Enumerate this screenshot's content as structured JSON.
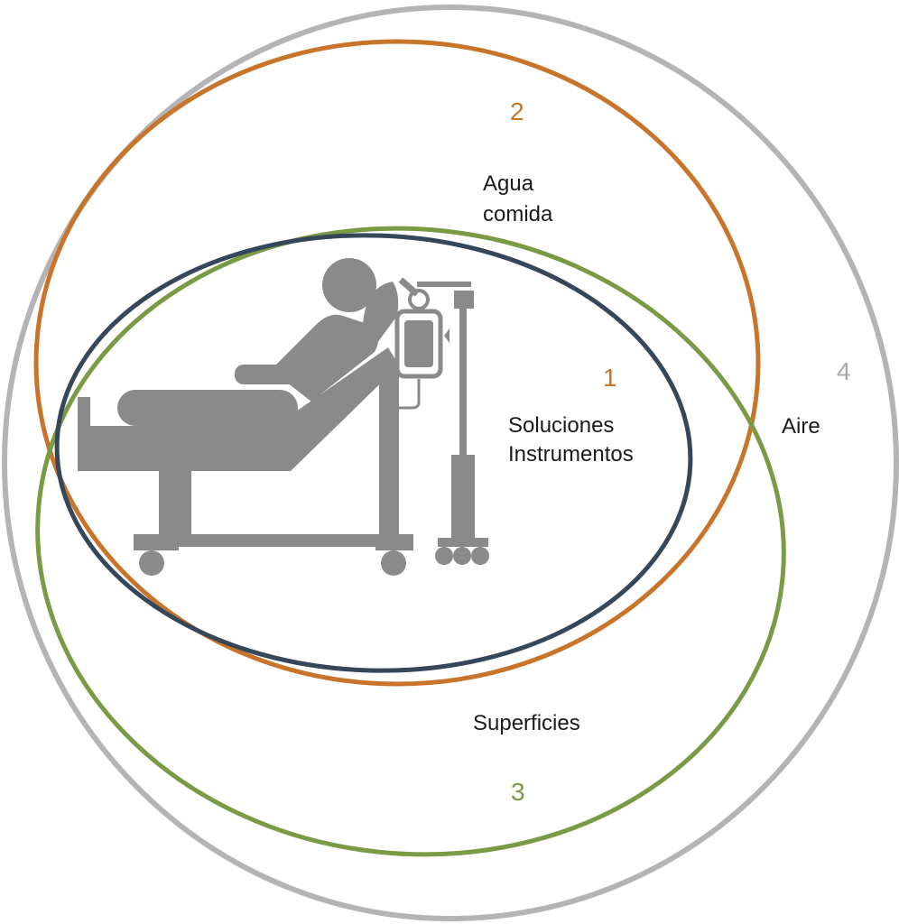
{
  "zones": [
    {
      "number": "1",
      "items": [
        "Soluciones",
        "Instrumentos"
      ],
      "color": "#c8742a"
    },
    {
      "number": "2",
      "items": [
        "Agua",
        "comida"
      ],
      "color": "#c8742a"
    },
    {
      "number": "3",
      "items": [
        "Superficies"
      ],
      "color": "#7a9a45"
    },
    {
      "number": "4",
      "items": [
        "Aire"
      ],
      "color": "#a8a8a8"
    }
  ],
  "ring_colors": {
    "zone1": "#36475a",
    "zone2": "#c8742a",
    "zone3": "#7a9a45",
    "zone4": "#b4b4b4"
  },
  "icon": {
    "name": "hospital-patient-iv-icon",
    "color": "#8a8a8a"
  }
}
